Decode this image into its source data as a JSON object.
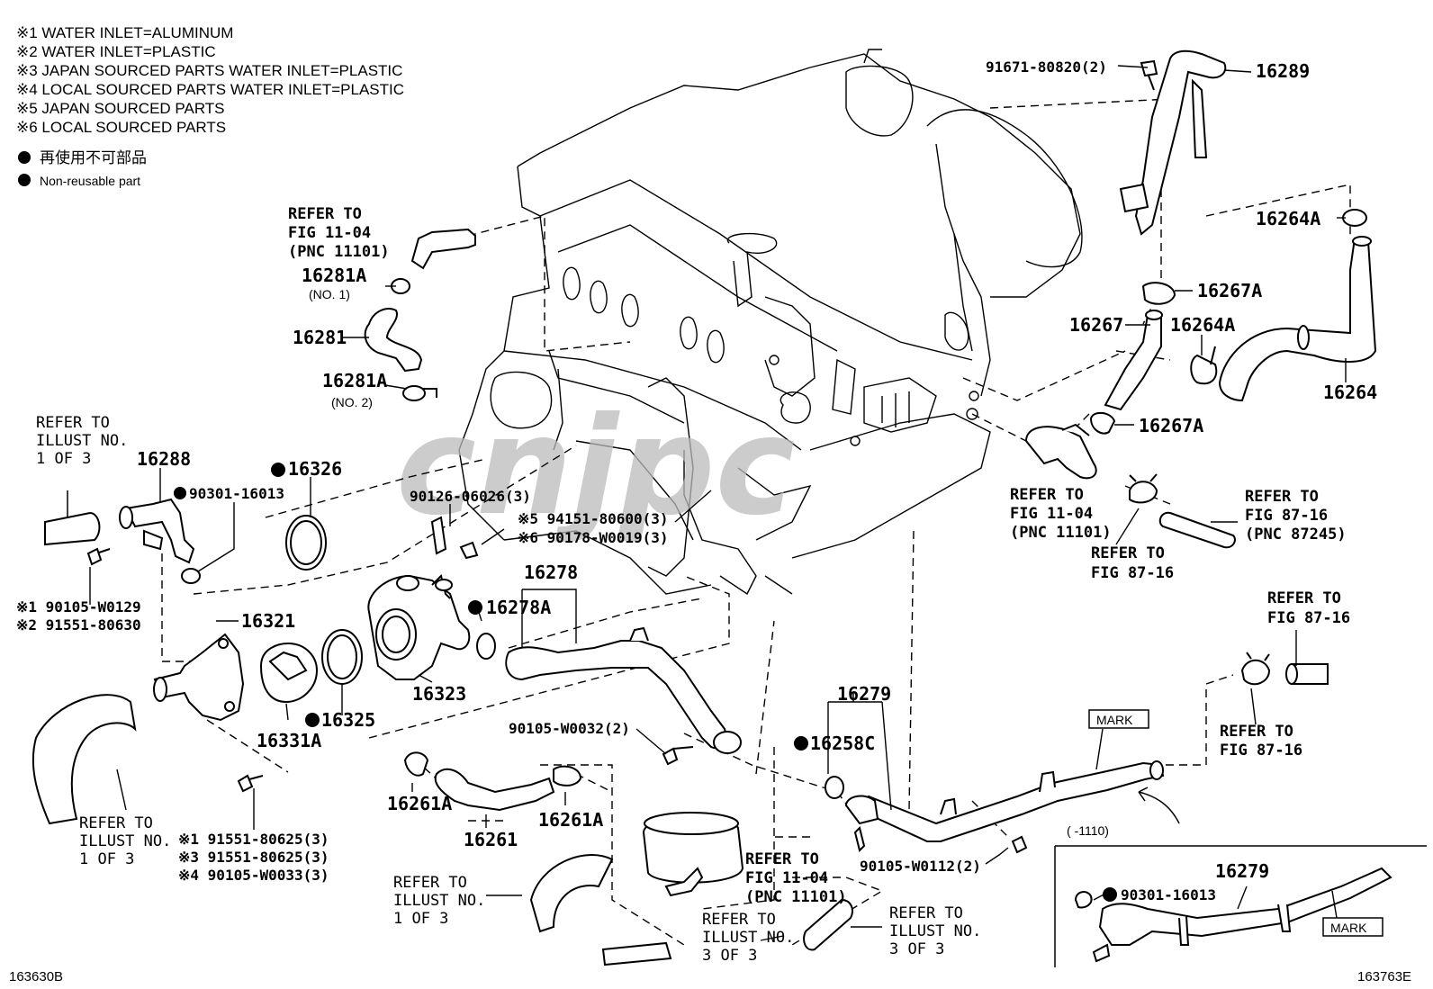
{
  "notes": [
    "※1 WATER INLET=ALUMINUM",
    "※2 WATER INLET=PLASTIC",
    "※3 JAPAN SOURCED PARTS WATER INLET=PLASTIC",
    "※4 LOCAL SOURCED PARTS WATER INLET=PLASTIC",
    "※5 JAPAN SOURCED PARTS",
    "※6 LOCAL SOURCED PARTS"
  ],
  "legend": {
    "jp": "再使用不可部品",
    "en": "Non-reusable part"
  },
  "watermark": "cnjpc",
  "labels": {
    "p91671": "91671-80820(2)",
    "p16289": "16289",
    "p16264A_top": "16264A",
    "p16267A_top": "16267A",
    "p16267": "16267",
    "p16264A_mid": "16264A",
    "p16264": "16264",
    "p16267A_bot": "16267A",
    "p16281A_1": "16281A",
    "p16281A_1_sub": "(NO. 1)",
    "p16281": "16281",
    "p16281A_2": "16281A",
    "p16281A_2_sub": "(NO. 2)",
    "p16288": "16288",
    "p90301a": "90301-16013",
    "p16326": "16326",
    "p90126": "90126-06026(3)",
    "p94151": "※5 94151-80600(3)",
    "p90178": "※6 90178-W0019(3)",
    "p16278": "16278",
    "p16278A": "16278A",
    "p90105a": "※1 90105-W0129",
    "p91551a": "※2 91551-80630",
    "p16321": "16321",
    "p16331A": "16331A",
    "p16325": "16325",
    "p16323": "16323",
    "p90105b": "90105-W0032(2)",
    "p16258C": "16258C",
    "p16279": "16279",
    "p16261A_l": "16261A",
    "p16261": "16261",
    "p16261A_r": "16261A",
    "p91551b": "※1 91551-80625(3)",
    "p91551c": "※3 91551-80625(3)",
    "p90105c": "※4 90105-W0033(3)",
    "p90105d": "90105-W0112(2)",
    "mark1": "MARK",
    "mark2": "MARK",
    "range": "(    -1110)",
    "p16279b": "16279",
    "p90301b": "90301-16013"
  },
  "refs": {
    "r1": [
      "REFER TO",
      "FIG 11-04",
      "(PNC 11101)"
    ],
    "r2": [
      "REFER TO",
      "ILLUST NO.",
      "1 OF 3"
    ],
    "r3": [
      "REFER TO",
      "FIG 11-04",
      "(PNC 11101)"
    ],
    "r4": [
      "REFER TO",
      "FIG 87-16",
      "(PNC 87245)"
    ],
    "r5": [
      "REFER TO",
      "FIG 87-16"
    ],
    "r6": [
      "REFER TO",
      "FIG 87-16"
    ],
    "r7": [
      "REFER TO",
      "FIG 87-16"
    ],
    "r8": [
      "REFER TO",
      "ILLUST NO.",
      "1 OF 3"
    ],
    "r9": [
      "REFER TO",
      "ILLUST NO.",
      "1 OF 3"
    ],
    "r10": [
      "REFER TO",
      "FIG 11-04",
      "(PNC 11101)"
    ],
    "r11": [
      "REFER TO",
      "ILLUST NO.",
      "3 OF 3"
    ],
    "r12": [
      "REFER TO",
      "ILLUST NO.",
      "3 OF 3"
    ]
  },
  "codes": {
    "left": "163630B",
    "right": "163763E"
  }
}
